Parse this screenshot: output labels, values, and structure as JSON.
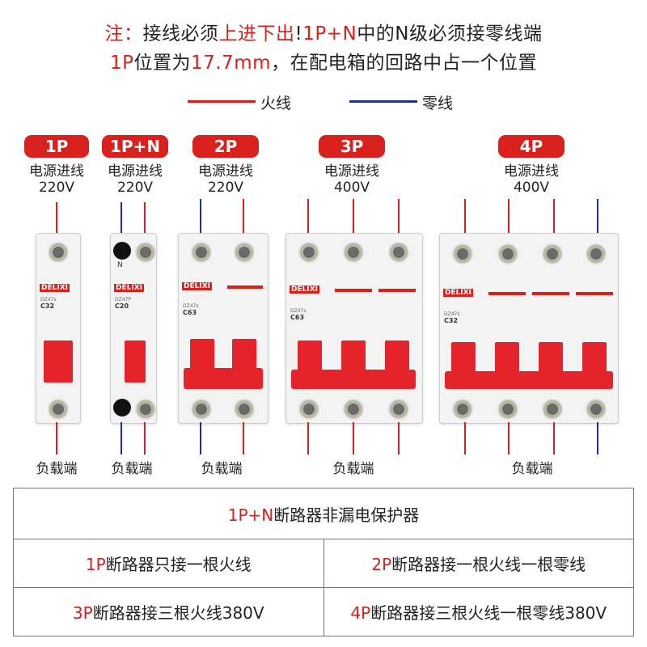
{
  "header": {
    "line1_prefix": "注：",
    "line1_part1": "接线必须",
    "line1_highlight": "上进下出",
    "line1_part2": "!",
    "line1_code": "1P+N",
    "line1_part3": "中的N级必须接零线端",
    "line2_code": "1P",
    "line2_part1": "位置为",
    "line2_highlight": "17.7mm",
    "line2_part2": "，在配电箱的回路中占一个位置"
  },
  "legend": {
    "live": "火线",
    "neutral": "零线",
    "live_color": "#d8201c",
    "neutral_color": "#1f2fa0"
  },
  "breakers": [
    {
      "badge": "1P",
      "input_label": "电源进线",
      "voltage": "220V",
      "output_label": "负载端",
      "brand": "DELIXI",
      "model": "DZ47s",
      "rating": "C32"
    },
    {
      "badge": "1P+N",
      "input_label": "电源进线",
      "voltage": "220V",
      "output_label": "负载端",
      "brand": "DELIXI",
      "model": "DZ47P",
      "rating": "C20",
      "n_mark": "N"
    },
    {
      "badge": "2P",
      "input_label": "电源进线",
      "voltage": "220V",
      "output_label": "负载端",
      "brand": "DELIXI",
      "model": "DZ47s",
      "rating": "C63"
    },
    {
      "badge": "3P",
      "input_label": "电源进线",
      "voltage": "400V",
      "output_label": "负载端",
      "brand": "DELIXI",
      "model": "DZ47s",
      "rating": "C63"
    },
    {
      "badge": "4P",
      "input_label": "电源进线",
      "voltage": "400V",
      "output_label": "负载端",
      "brand": "DELIXI",
      "model": "DZ47s",
      "rating": "C32"
    }
  ],
  "table": {
    "row1": {
      "code": "1P+N",
      "text": "断路器非漏电保护器"
    },
    "row2a": {
      "code": "1P",
      "text": "断路器只接一根火线"
    },
    "row2b": {
      "code": "2P",
      "text": "断路器接一根火线一根零线"
    },
    "row3a": {
      "code": "3P",
      "text": "断路器接三根火线380V"
    },
    "row3b": {
      "code": "4P",
      "text": "断路器接三根火线一根零线380V"
    }
  }
}
